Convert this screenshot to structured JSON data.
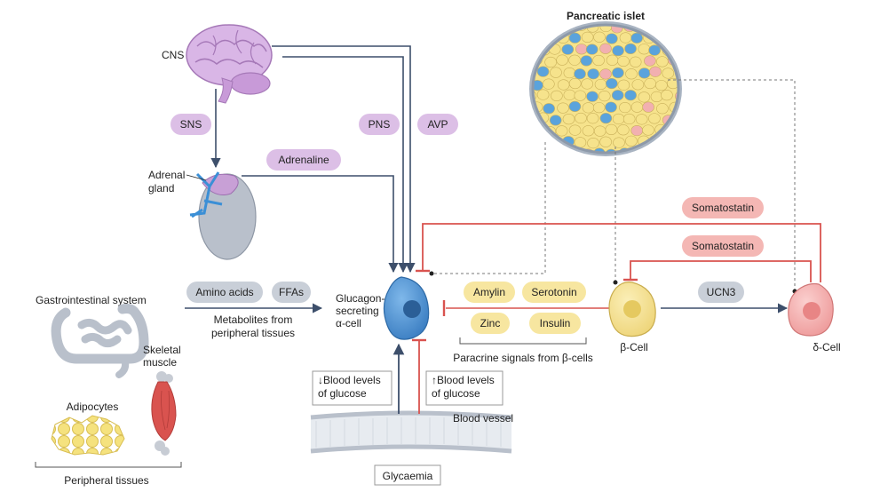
{
  "title": "Pancreatic islet",
  "sources": {
    "cns": "CNS",
    "adrenal": [
      "Adrenal",
      "gland"
    ],
    "gi": "Gastrointestinal system",
    "muscle": [
      "Skeletal",
      "muscle"
    ],
    "adipocytes": "Adipocytes",
    "peripheral": "Peripheral tissues"
  },
  "pills": {
    "sns": "SNS",
    "pns": "PNS",
    "avp": "AVP",
    "adrenaline": "Adrenaline",
    "amino_acids": "Amino acids",
    "ffas": "FFAs",
    "amylin": "Amylin",
    "serotonin": "Serotonin",
    "zinc": "Zinc",
    "insulin": "Insulin",
    "ucn3": "UCN3",
    "somatostatin_1": "Somatostatin",
    "somatostatin_2": "Somatostatin"
  },
  "labels": {
    "metabolites": [
      "Metabolites from",
      "peripheral tissues"
    ],
    "alpha": [
      "Glucagon-",
      "secreting",
      "α-cell"
    ],
    "beta": "β-Cell",
    "delta": "δ-Cell",
    "paracrine": "Paracrine signals from β-cells",
    "blood_vessel": "Blood vessel",
    "glycaemia": "Glycaemia",
    "low_glucose": [
      "↓Blood levels",
      "of glucose"
    ],
    "high_glucose": [
      "↑Blood levels",
      "of glucose"
    ]
  },
  "colors": {
    "stimulatory": "#3d4f6b",
    "inhibitory": "#d9534f",
    "alpha_cell": "#4a8fd1",
    "beta_cell": "#f5e08a",
    "delta_cell": "#f2a7a7",
    "purple_pill": "#dcbfe6",
    "grey_pill": "#c9cfd8",
    "yellow_pill": "#f7e6a0",
    "red_pill": "#f4b7b4"
  }
}
